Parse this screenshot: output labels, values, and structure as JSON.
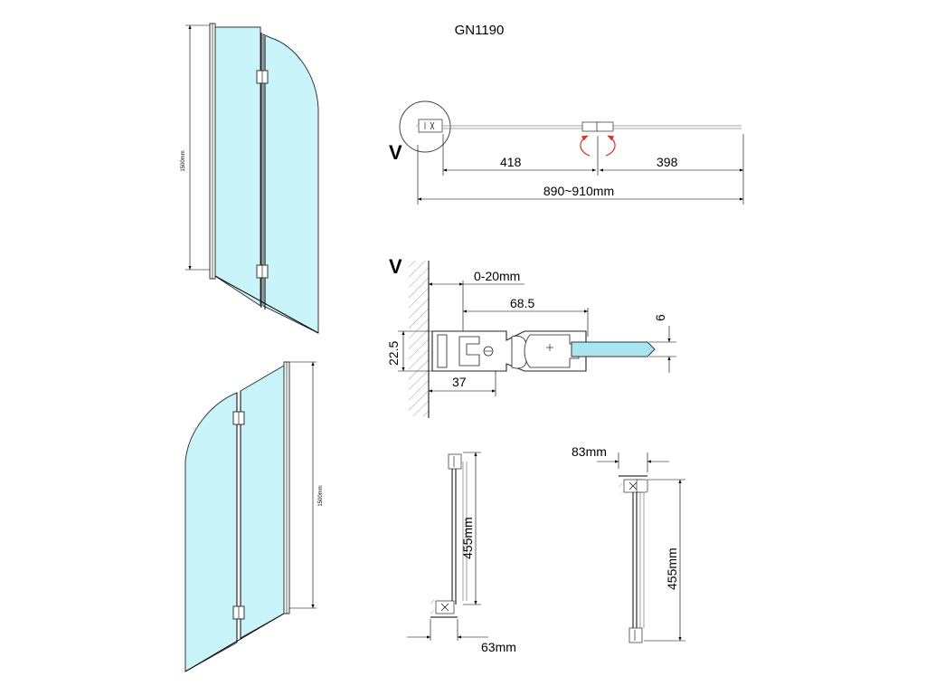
{
  "title": "GN1190",
  "panel_views": {
    "height_label_left": "1500mm",
    "height_label_right": "1500mm"
  },
  "top_view": {
    "view_marker": "V",
    "dim_left": "418",
    "dim_right": "398",
    "dim_total": "890~910mm"
  },
  "detail_v": {
    "view_marker": "V",
    "dim_adjust": "0-20mm",
    "dim_width": "68.5",
    "dim_glass": "6",
    "dim_height": "22.5",
    "dim_base": "37"
  },
  "fold_view_left": {
    "dim_height": "455mm",
    "dim_depth": "63mm"
  },
  "fold_view_right": {
    "dim_depth": "83mm",
    "dim_height": "455mm"
  },
  "colors": {
    "glass": "#c8f4fa",
    "glass_edge": "#a8e6f2",
    "arrow": "#e03020",
    "line": "#000000"
  }
}
